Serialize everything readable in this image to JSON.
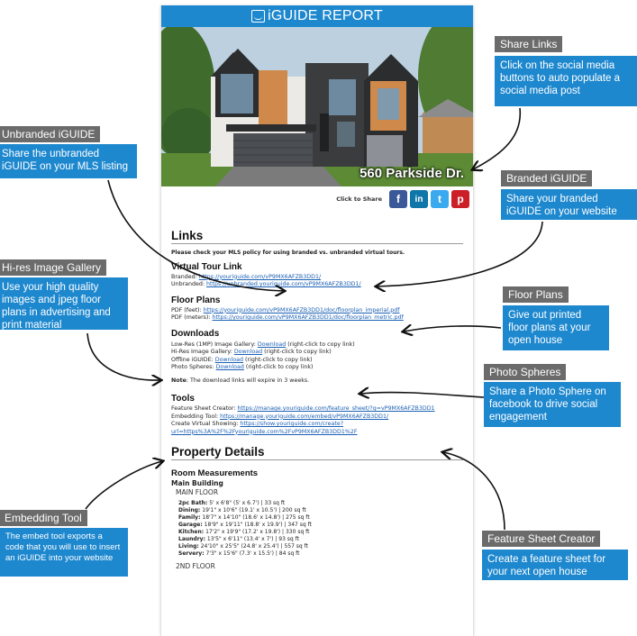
{
  "report": {
    "header_title": "iGUIDE REPORT",
    "address": "560 Parkside Dr.",
    "share_label": "Click to Share",
    "share_buttons": [
      "f",
      "in",
      "t",
      "p"
    ]
  },
  "links": {
    "heading": "Links",
    "policy_note": "Please check your MLS policy for using branded vs. unbranded virtual tours.",
    "virtual_tour": {
      "heading": "Virtual Tour Link",
      "branded_label": "Branded: ",
      "branded_url": "https://youriguide.com/vP9MX6AFZB3DD1/",
      "unbranded_label": "Unbranded: ",
      "unbranded_url": "https://unbranded.youriguide.com/vP9MX6AFZB3DD1/"
    },
    "floor_plans": {
      "heading": "Floor Plans",
      "feet_label": "PDF (feet): ",
      "feet_url": "https://youriguide.com/vP9MX6AFZB3DD1/doc/floorplan_imperial.pdf",
      "meters_label": "PDF (meters): ",
      "meters_url": "https://youriguide.com/vP9MX6AFZB3DD1/doc/floorplan_metric.pdf"
    },
    "downloads": {
      "heading": "Downloads",
      "items": [
        {
          "label": "Low-Res (1MP) Image Gallery: ",
          "link": "Download",
          "suffix": " (right-click to copy link)"
        },
        {
          "label": "Hi-Res Image Gallery: ",
          "link": "Download",
          "suffix": " (right-click to copy link)"
        },
        {
          "label": "Offline iGUIDE: ",
          "link": "Download",
          "suffix": " (right-click to copy link)"
        },
        {
          "label": "Photo Spheres: ",
          "link": "Download",
          "suffix": " (right-click to copy link)"
        }
      ],
      "note_bold": "Note",
      "note_text": ": The download links will expire in 3 weeks."
    },
    "tools": {
      "heading": "Tools",
      "feature_label": "Feature Sheet Creator: ",
      "feature_url": "https://manage.youriguide.com/feature_sheet/?g=vP9MX6AFZB3DD1",
      "embed_label": "Embedding Tool: ",
      "embed_url": "https://manage.youriguide.com/embed/vP9MX6AFZB3DD1/",
      "showing_label": "Create Virtual Showing: ",
      "showing_url_1": "https://show.youriguide.com/create?",
      "showing_url_2": "url=https%3A%2F%2Fyouriguide.com%2FvP9MX6AFZB3DD1%2F"
    }
  },
  "property": {
    "heading": "Property Details",
    "room_heading": "Room Measurements",
    "building": "Main Building",
    "floor1": "MAIN FLOOR",
    "rooms": [
      {
        "name": "2pc Bath:",
        "dims": " 5' x 6'8\" (5' x 6.7') | 33 sq ft"
      },
      {
        "name": "Dining:",
        "dims": " 19'1\" x 10'6\" (19.1' x 10.5') | 200 sq ft"
      },
      {
        "name": "Family:",
        "dims": " 18'7\" x 14'10\" (18.6' x 14.8') | 275 sq ft"
      },
      {
        "name": "Garage:",
        "dims": " 18'9\" x 19'11\" (18.8' x 19.9') | 347 sq ft"
      },
      {
        "name": "Kitchen:",
        "dims": " 17'2\" x 19'9\" (17.2' x 19.8') | 330 sq ft"
      },
      {
        "name": "Laundry:",
        "dims": " 13'5\" x 6'11\" (13.4' x 7') | 93 sq ft"
      },
      {
        "name": "Living:",
        "dims": " 24'10\" x 25'5\" (24.8' x 25.4') | 557 sq ft"
      },
      {
        "name": "Servery:",
        "dims": " 7'3\" x 15'6\" (7.3' x 15.5') | 84 sq ft"
      }
    ],
    "floor2": "2ND FLOOR"
  },
  "callouts": {
    "share_links": {
      "title": "Share Links",
      "body": "Click on the social media buttons to auto populate a social media post"
    },
    "unbranded": {
      "title": "Unbranded iGUIDE",
      "body": "Share the unbranded iGUIDE on your MLS listing"
    },
    "branded": {
      "title": "Branded iGUIDE",
      "body": "Share your branded iGUIDE on your website"
    },
    "hires": {
      "title": "Hi-res Image Gallery",
      "body": "Use your high quality images and jpeg floor plans in advertising and print material"
    },
    "floor_plans": {
      "title": "Floor Plans",
      "body": "Give out printed floor plans at your open house"
    },
    "photo_spheres": {
      "title": "Photo Spheres",
      "body": "Share a Photo Sphere on facebook to drive social engagement"
    },
    "embedding": {
      "title": "Embedding Tool",
      "body": "The embed tool exports a code that you will use to insert an iGUIDE into your website"
    },
    "feature_sheet": {
      "title": "Feature Sheet Creator",
      "body": "Create a feature sheet for your next open house"
    }
  },
  "colors": {
    "accent_blue": "#1e88cf",
    "title_gray": "#6b6b6b",
    "link_blue": "#1a5fb4"
  }
}
